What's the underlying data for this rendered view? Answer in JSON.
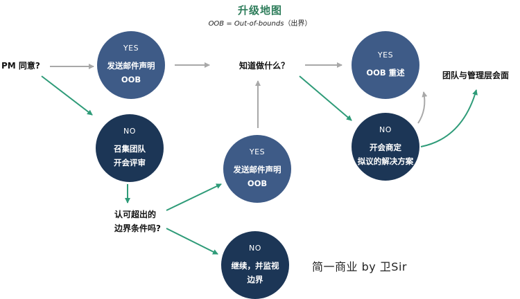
{
  "title": "升级地图",
  "subtitle": {
    "abbr": "OOB",
    "eq": " = ",
    "meaning": "Out-of-bounds",
    "paren": "（出界）"
  },
  "nodes": {
    "pm_question": "PM 同意?",
    "yes_email": {
      "head": "YES",
      "line1": "发送邮件声明",
      "line2": "OOB"
    },
    "no_team": {
      "head": "NO",
      "line1": "召集团队",
      "line2": "开会评审"
    },
    "know_question": "知道做什么？",
    "yes_restate": {
      "head": "YES",
      "line1": "OOB 重述"
    },
    "no_meeting": {
      "head": "NO",
      "line1": "开会商定",
      "line2": "拟议的解决方案"
    },
    "team_meet": "团队与管理层会面",
    "approve_question": {
      "line1": "认可超出的",
      "line2": "边界条件吗?"
    },
    "yes_email2": {
      "head": "YES",
      "line1": "发送邮件声明",
      "line2": "OOB"
    },
    "no_monitor": {
      "head": "NO",
      "line1": "继续，并监视",
      "line2": "边界"
    }
  },
  "brand": "简一商业 by 卫Sir",
  "colors": {
    "circle_light": "#3e5b87",
    "circle_dark": "#1c3656",
    "arrow_green": "#2e9b78",
    "arrow_gray": "#a8a8a8",
    "title_green": "#2e7d5b"
  }
}
